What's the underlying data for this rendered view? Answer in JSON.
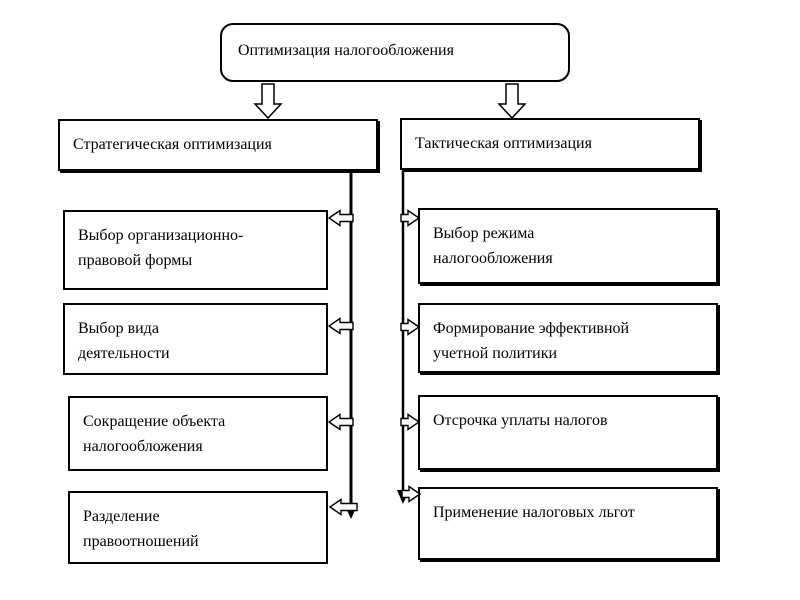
{
  "diagram": {
    "title": "Оптимизация налогообложения",
    "colors": {
      "line": "#000000",
      "background": "#ffffff",
      "text": "#000000"
    },
    "left_branch": {
      "header": "Стратегическая оптимизация",
      "items": [
        {
          "line1": "Выбор организационно-",
          "line2": "правовой формы"
        },
        {
          "line1": "Выбор вида",
          "line2": "деятельности"
        },
        {
          "line1": "Сокращение объекта",
          "line2": "налогообложения"
        },
        {
          "line1": "Разделение",
          "line2": "правоотношений"
        }
      ]
    },
    "right_branch": {
      "header": "Тактическая оптимизация",
      "items": [
        {
          "line1": "Выбор режима",
          "line2": "налогообложения"
        },
        {
          "line1": "Формирование эффективной",
          "line2": "учетной политики"
        },
        {
          "line1": "Отсрочка уплаты налогов",
          "line2": ""
        },
        {
          "line1": "Применение налоговых льгот",
          "line2": ""
        }
      ]
    }
  }
}
